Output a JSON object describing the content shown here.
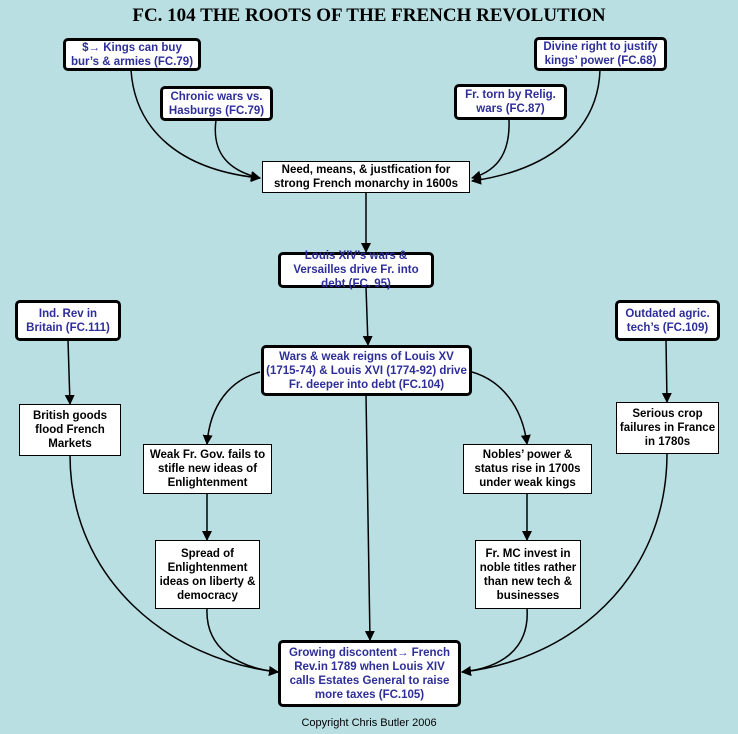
{
  "title": "FC. 104 THE ROOTS OF THE FRENCH REVOLUTION",
  "nodes": {
    "kings_buy": "$→ Kings can buy bur’s & armies (FC.79)",
    "chronic_wars": "Chronic wars vs. Hasburgs (FC.79)",
    "relig_wars": "Fr. torn by Relig. wars (FC.87)",
    "divine_right": "Divine right to justify kings’ power (FC.68)",
    "need_means": "Need, means, & justfication for strong French monarchy in 1600s",
    "louis_xiv": "Louis XIV’s wars & Versailles drive Fr. into debt (FC. 95)",
    "ind_rev": "Ind. Rev in Britain  (FC.111)",
    "outdated_agric": "Outdated agric. tech’s (FC.109)",
    "weak_reigns": "Wars & weak reigns of Louis XV (1715-74) & Louis XVI (1774-92) drive Fr. deeper into debt (FC.104)",
    "british_goods": "British goods flood French Markets",
    "crop_failures": "Serious crop failures in France in 1780s",
    "weak_gov": "Weak Fr. Gov. fails to stifle new ideas of Enlightenment",
    "nobles_power": "Nobles’ power & status rise in 1700s under weak kings",
    "spread_enlight": "Spread of Enlightenment ideas on  liberty & democracy",
    "fr_mc": "Fr. MC invest in noble titles rather than new tech & businesses",
    "discontent": "Growing discontent→ French Rev.in 1789 when Louis XIV calls Estates General to raise more taxes (FC.105)"
  },
  "copyright": "Copyright Chris Butler 2006",
  "colors": {
    "background": "#b9dfe3",
    "link_text": "#2e2e9a"
  }
}
